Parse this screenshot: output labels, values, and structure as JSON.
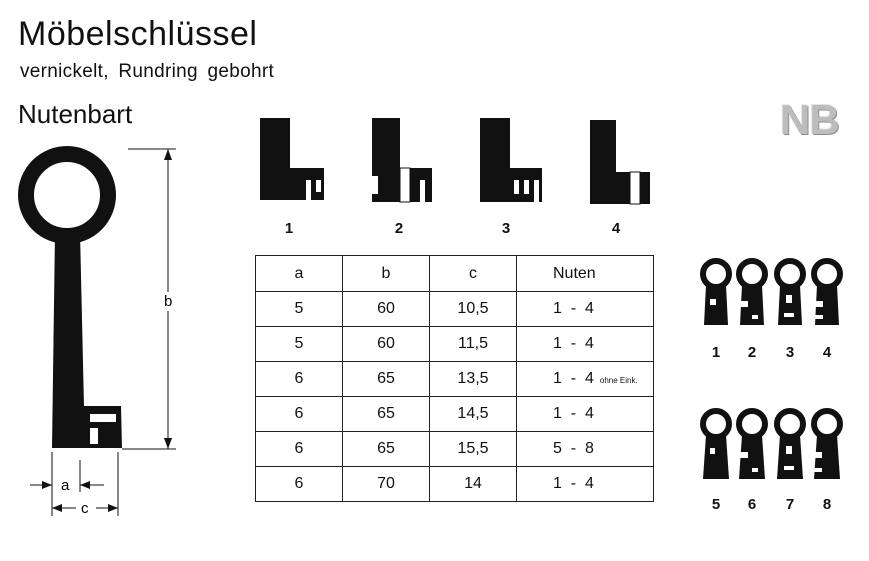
{
  "header": {
    "title": "Möbelschlüssel",
    "subtitle": "vernickelt, Rundring gebohrt",
    "section": "Nutenbart",
    "badge": "NB"
  },
  "key_diagram": {
    "label_b": "b",
    "label_a": "a",
    "label_c": "c"
  },
  "profiles": {
    "numbers": [
      "1",
      "2",
      "3",
      "4"
    ]
  },
  "table": {
    "headers": [
      "a",
      "b",
      "c",
      "Nuten"
    ],
    "rows": [
      {
        "a": "5",
        "b": "60",
        "c": "10,5",
        "nuten": "1  -  4",
        "note": ""
      },
      {
        "a": "5",
        "b": "60",
        "c": "11,5",
        "nuten": "1  -  4",
        "note": ""
      },
      {
        "a": "6",
        "b": "65",
        "c": "13,5",
        "nuten": "1  -  4",
        "note": "ohne Eink."
      },
      {
        "a": "6",
        "b": "65",
        "c": "14,5",
        "nuten": "1  -  4",
        "note": ""
      },
      {
        "a": "6",
        "b": "65",
        "c": "15,5",
        "nuten": "5  -  8",
        "note": ""
      },
      {
        "a": "6",
        "b": "70",
        "c": "14",
        "nuten": "1  -  4",
        "note": ""
      }
    ]
  },
  "key_heads": {
    "top_numbers": [
      "1",
      "2",
      "3",
      "4"
    ],
    "bottom_numbers": [
      "5",
      "6",
      "7",
      "8"
    ]
  }
}
